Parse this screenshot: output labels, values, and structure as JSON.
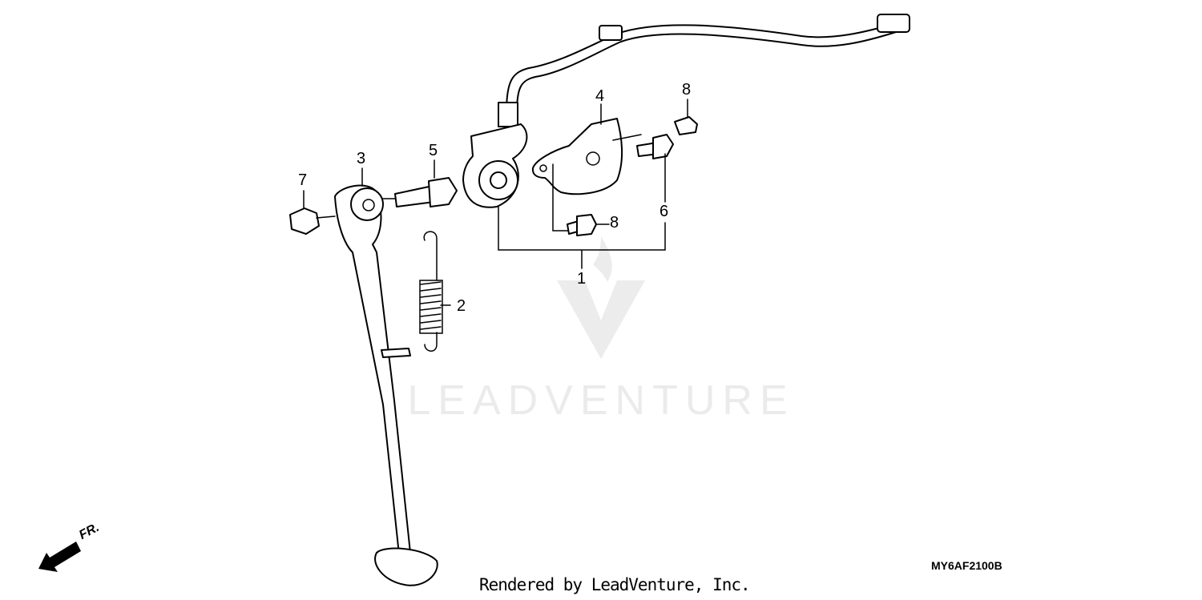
{
  "watermark": {
    "text": "LEADVENTURE",
    "color": "#ebebeb"
  },
  "callouts": [
    {
      "id": "1",
      "label": "1"
    },
    {
      "id": "2",
      "label": "2"
    },
    {
      "id": "3",
      "label": "3"
    },
    {
      "id": "4",
      "label": "4"
    },
    {
      "id": "5",
      "label": "5"
    },
    {
      "id": "6",
      "label": "6"
    },
    {
      "id": "7",
      "label": "7"
    },
    {
      "id": "8a",
      "label": "8"
    },
    {
      "id": "8b",
      "label": "8"
    }
  ],
  "front_indicator": {
    "label": "FR.",
    "icon": "front-arrow-icon"
  },
  "diagram_code": "MY6AF2100B",
  "render_credit": "Rendered by LeadVenture, Inc."
}
